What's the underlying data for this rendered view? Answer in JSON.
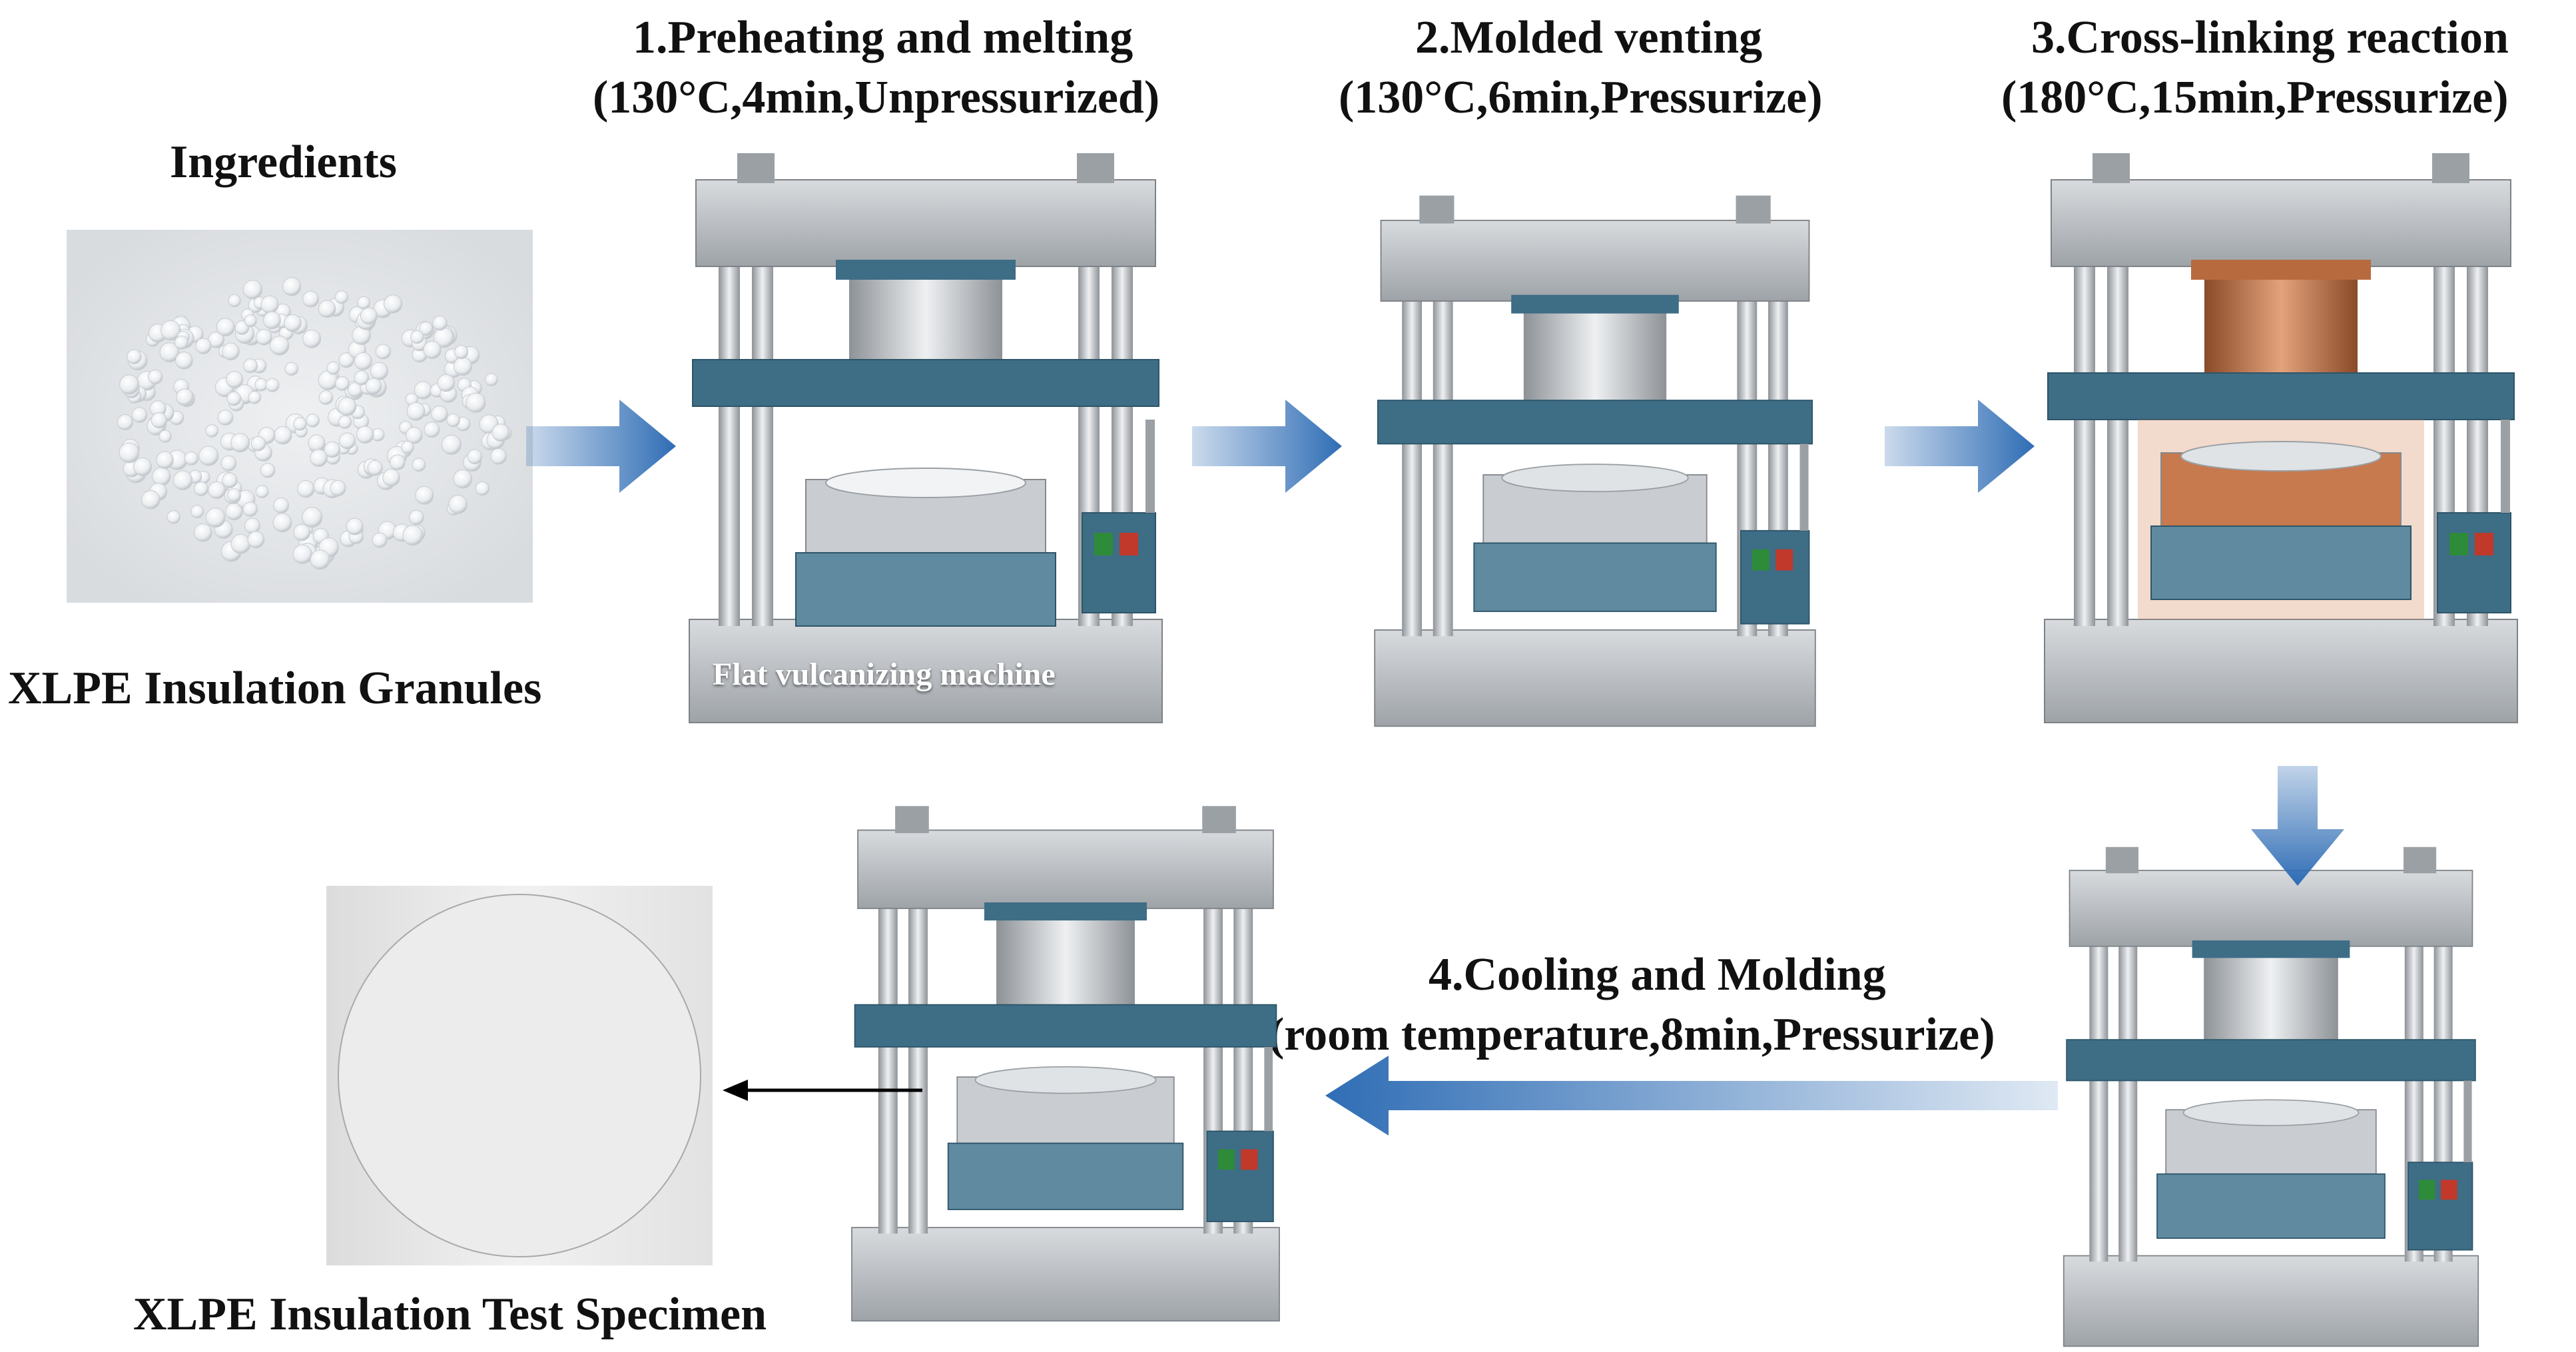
{
  "ingredients": {
    "heading": "Ingredients",
    "caption": "XLPE Insulation Granules"
  },
  "steps": [
    {
      "title": "1.Preheating and melting",
      "conditions": "(130°C,4min,Unpressurized)"
    },
    {
      "title": "2.Molded venting",
      "conditions": "(130°C,6min,Pressurize)"
    },
    {
      "title": "3.Cross-linking reaction",
      "conditions": "(180°C,15min,Pressurize)"
    },
    {
      "title": "4.Cooling and Molding",
      "conditions": "(room temperature,8min,Pressurize)"
    }
  ],
  "machine": {
    "caption": "Flat vulcanizing machine"
  },
  "specimen": {
    "caption": "XLPE Insulation Test Specimen"
  },
  "colors": {
    "arrow_blue": "#2f6db5",
    "steel": "#b9bdc2",
    "teal_plate": "#3e6d86",
    "heated_copper": "#c77a4e"
  }
}
